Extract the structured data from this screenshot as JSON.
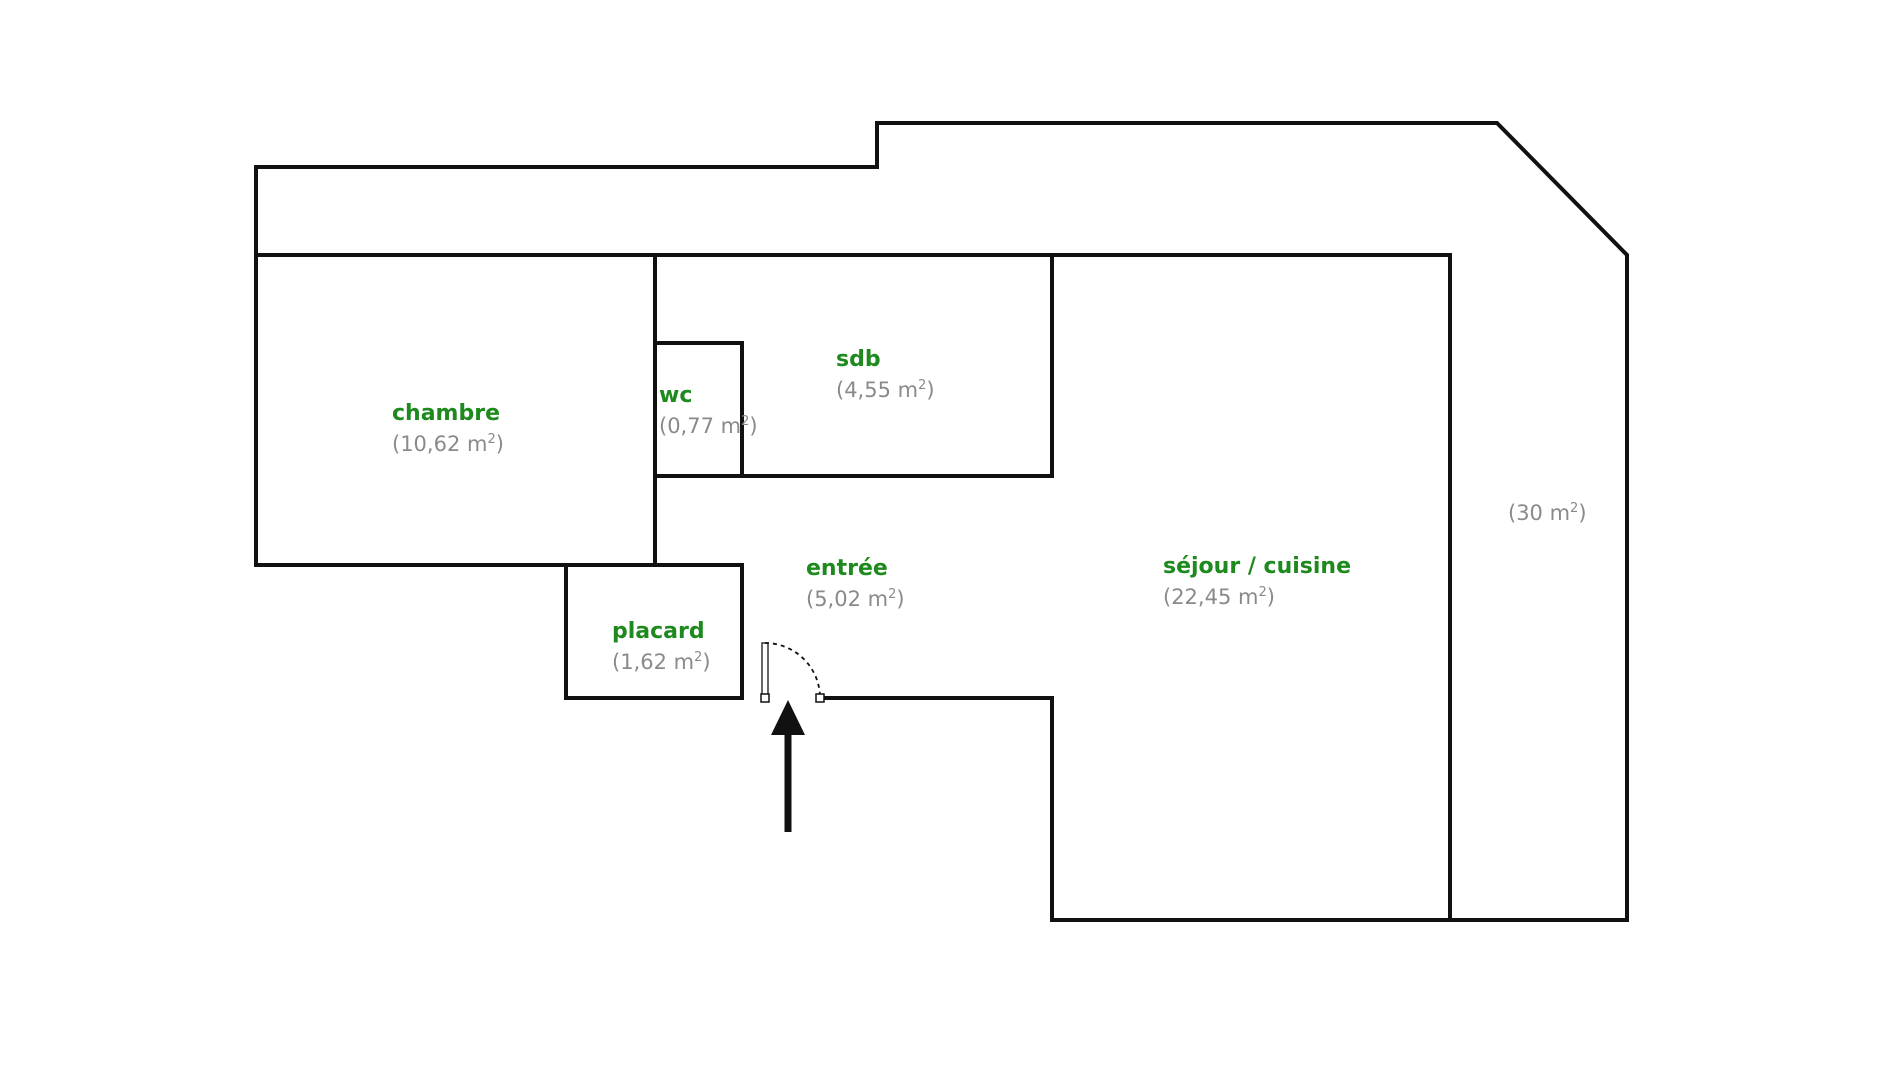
{
  "colors": {
    "room_name": "#1e8a1e",
    "area": "#8a8a8a",
    "wall": "#111111"
  },
  "rooms": {
    "chambre": {
      "name": "chambre",
      "area": "(10,62 m",
      "sup": "2",
      "close": ")"
    },
    "wc": {
      "name": "wc",
      "area": "(0,77 m",
      "sup": "2",
      "close": ")"
    },
    "sdb": {
      "name": "sdb",
      "area": "(4,55 m",
      "sup": "2",
      "close": ")"
    },
    "entree": {
      "name": "entrée",
      "area": "(5,02 m",
      "sup": "2",
      "close": ")"
    },
    "placard": {
      "name": "placard",
      "area": "(1,62 m",
      "sup": "2",
      "close": ")"
    },
    "sejour": {
      "name": "séjour / cuisine",
      "area": "(22,45 m",
      "sup": "2",
      "close": ")"
    },
    "terrasse": {
      "area": "(30 m",
      "sup": "2",
      "close": ")"
    }
  },
  "icons": {
    "entrance_arrow": "arrow-up-icon",
    "door": "door-swing-icon"
  }
}
